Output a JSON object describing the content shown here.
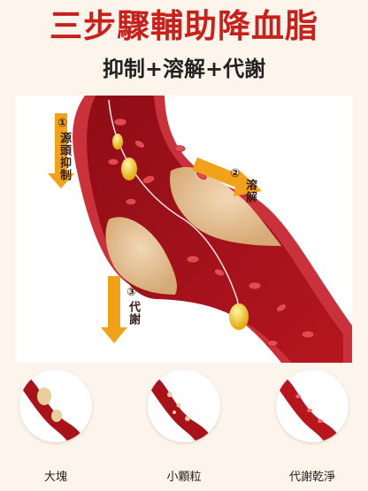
{
  "header": {
    "title": "三步驟輔助降血脂",
    "subtitle": "抑制+溶解+代謝"
  },
  "steps": [
    {
      "num": "①",
      "label": "源頭抑制"
    },
    {
      "num": "②",
      "label": "溶解"
    },
    {
      "num": "③",
      "label": "代謝"
    }
  ],
  "stages": [
    {
      "label": "大塊"
    },
    {
      "label": "小顆粒"
    },
    {
      "label": "代謝乾淨"
    }
  ],
  "colors": {
    "title_red": "#c8211c",
    "vessel_red": "#a8131b",
    "arrow_orange": "#f0a21a"
  }
}
